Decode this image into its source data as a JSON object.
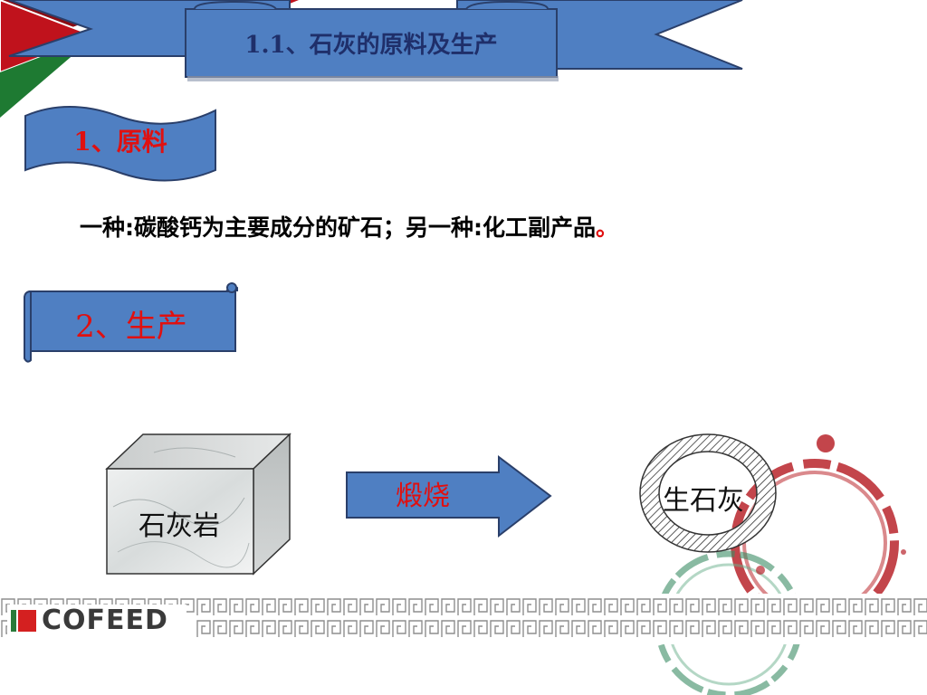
{
  "title": "1.1、石灰的原料及生产",
  "section1": {
    "label": "1、原料"
  },
  "description": {
    "text": "一种:碳酸钙为主要成分的矿石；另一种:化工副产品",
    "end_mark": "。"
  },
  "section2": {
    "label": "2、生产"
  },
  "process": {
    "input_label": "石灰岩",
    "arrow_label": "煅烧",
    "output_label": "生石灰"
  },
  "footer": {
    "logo_text": "COFEED"
  },
  "colors": {
    "banner_blue": "#4f7fc2",
    "banner_border": "#2a3f6a",
    "label_red": "#e01010",
    "triangle_red": "#b8101a",
    "triangle_green": "#1f7a32",
    "stain_red": "#b8242c",
    "stain_green": "#3a8c64"
  }
}
